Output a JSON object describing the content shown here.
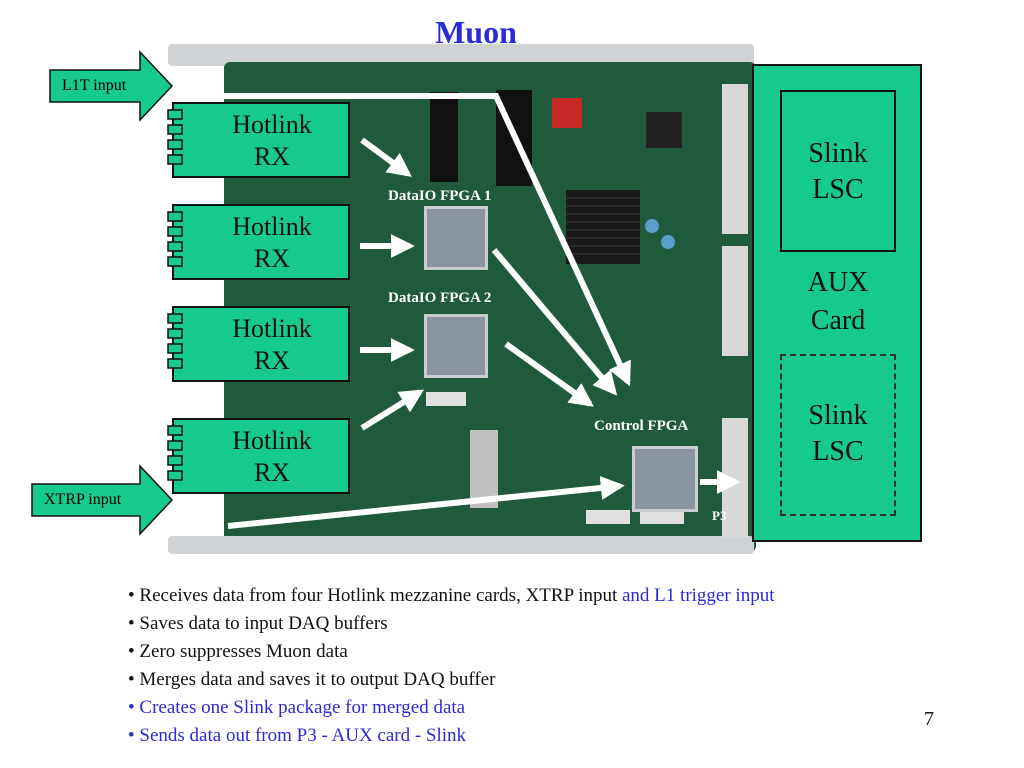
{
  "title": "Muon",
  "inputs": {
    "l1t": "L1T input",
    "xtrp": "XTRP input"
  },
  "hotlinks": [
    {
      "line1": "Hotlink",
      "line2": "RX"
    },
    {
      "line1": "Hotlink",
      "line2": "RX"
    },
    {
      "line1": "Hotlink",
      "line2": "RX"
    },
    {
      "line1": "Hotlink",
      "line2": "RX"
    }
  ],
  "board_labels": {
    "fpga1": "DataIO FPGA 1",
    "fpga2": "DataIO FPGA 2",
    "control": "Control FPGA",
    "p3": "P3"
  },
  "aux": {
    "slink_top_1": "Slink",
    "slink_top_2": "LSC",
    "aux_1": "AUX",
    "aux_2": "Card",
    "slink_bottom_1": "Slink",
    "slink_bottom_2": "LSC"
  },
  "bullets": [
    {
      "black": "• Receives data from four Hotlink mezzanine cards, XTRP input ",
      "blue": "and L1 trigger input"
    },
    {
      "black": "• Saves data to input DAQ buffers",
      "blue": ""
    },
    {
      "black": "• Zero suppresses Muon data",
      "blue": ""
    },
    {
      "black": "• Merges data and saves it to output DAQ buffer",
      "blue": ""
    },
    {
      "black": "",
      "blue": "• Creates one Slink package for merged data"
    },
    {
      "black": "",
      "blue": "• Sends data out from P3 - AUX card - Slink"
    }
  ],
  "page_number": "7",
  "colors": {
    "title": "#2a2ad6",
    "card_green": "#16c98e",
    "board": "#1f5a3c",
    "arrow": "#ffffff"
  }
}
